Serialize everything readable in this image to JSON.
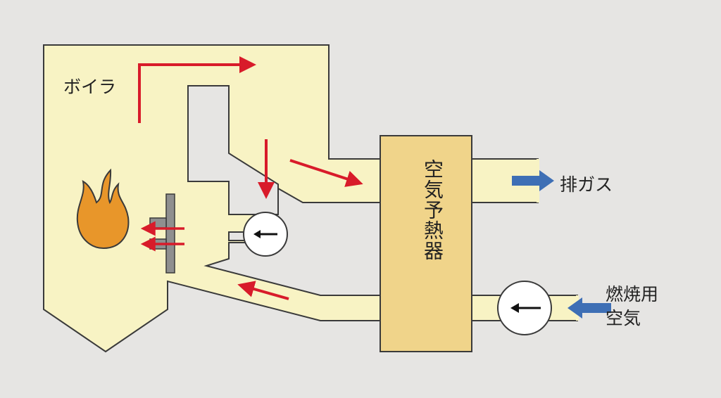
{
  "labels": {
    "boiler": "ボイラ",
    "exhaust_gas": "排ガス",
    "combustion_air_line1": "燃焼用",
    "combustion_air_line2": "空気",
    "air_preheater": "空気予熱器"
  },
  "colors": {
    "background": "#e6e5e3",
    "duct_fill": "#f8f3c4",
    "heater_fill": "#f0d48a",
    "outline": "#3a3a3a",
    "gas_flow_arrow": "#d81b2a",
    "air_flow_arrow": "#3e6fb5",
    "flame": "#e8962a"
  }
}
